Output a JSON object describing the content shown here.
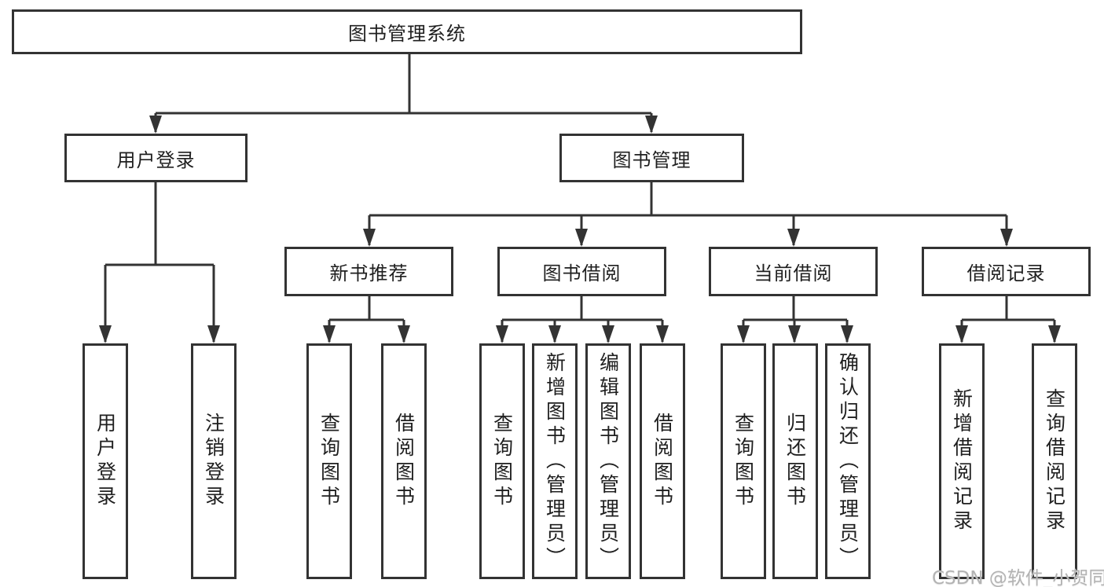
{
  "diagram": {
    "type": "hierarchy-tree",
    "watermark": "CSDN @软件_小贺同学",
    "colors": {
      "line": "#333333",
      "box_border": "#333333",
      "box_fill": "#ffffff",
      "text": "#1f1f1f",
      "watermark": "#b3b3b3"
    }
  },
  "nodes": {
    "root": {
      "label": "图书管理系统"
    },
    "level2": [
      {
        "label": "用户登录",
        "children_of": "root"
      },
      {
        "label": "图书管理",
        "children_of": "root"
      }
    ],
    "level3": [
      {
        "label": "新书推荐",
        "children_of": "图书管理"
      },
      {
        "label": "图书借阅",
        "children_of": "图书管理"
      },
      {
        "label": "当前借阅",
        "children_of": "图书管理"
      },
      {
        "label": "借阅记录",
        "children_of": "图书管理"
      }
    ],
    "leaves": [
      {
        "label": "用户登录",
        "children_of": "用户登录"
      },
      {
        "label": "注销登录",
        "children_of": "用户登录"
      },
      {
        "label": "查询图书",
        "children_of": "新书推荐"
      },
      {
        "label": "借阅图书",
        "children_of": "新书推荐"
      },
      {
        "label": "查询图书",
        "children_of": "图书借阅"
      },
      {
        "label": "新增图书（管理员）",
        "children_of": "图书借阅"
      },
      {
        "label": "编辑图书（管理员）",
        "children_of": "图书借阅"
      },
      {
        "label": "借阅图书",
        "children_of": "图书借阅"
      },
      {
        "label": "查询图书",
        "children_of": "当前借阅"
      },
      {
        "label": "归还图书",
        "children_of": "当前借阅"
      },
      {
        "label": "确认归还（管理员）",
        "children_of": "当前借阅"
      },
      {
        "label": "新增借阅记录",
        "children_of": "借阅记录"
      },
      {
        "label": "查询借阅记录",
        "children_of": "借阅记录"
      }
    ]
  }
}
